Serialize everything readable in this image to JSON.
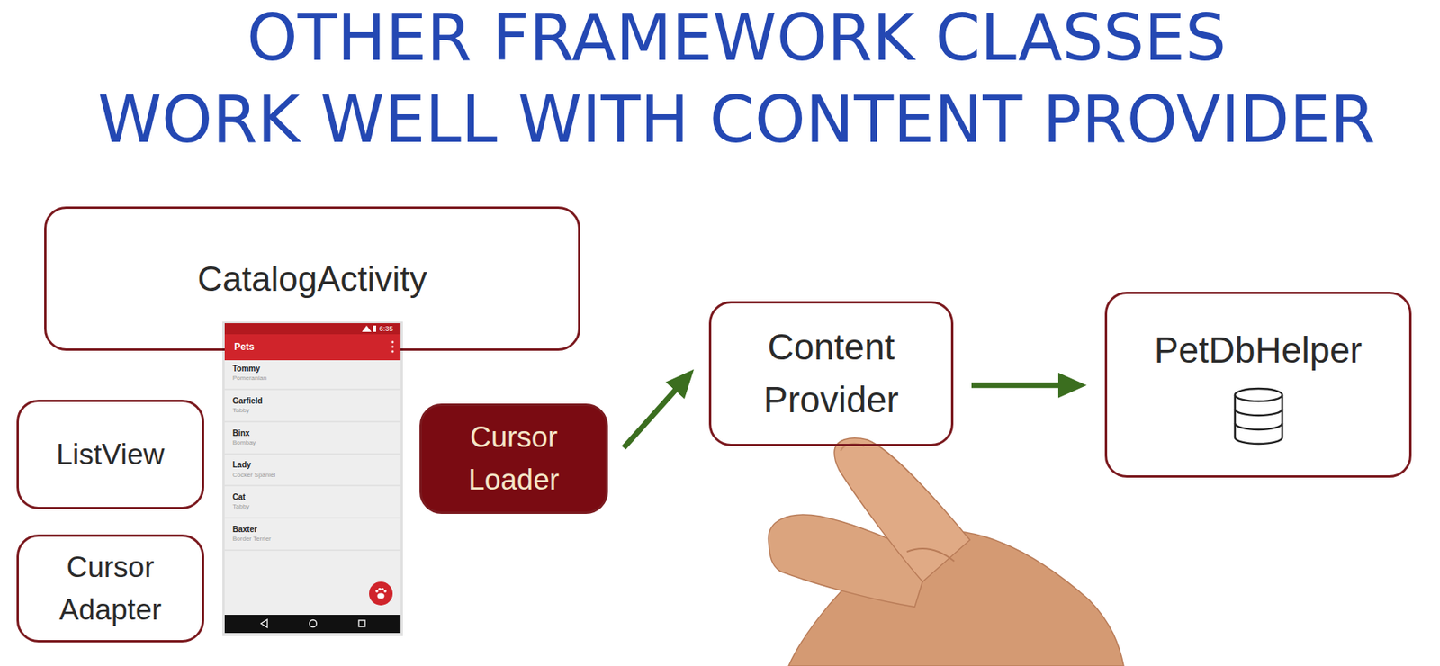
{
  "diagram": {
    "title": "OTHER FRAMEWORK CLASSES WORK WELL WITH CONTENT PROVIDER",
    "nodes": [
      {
        "text": [
          "CatalogActivity"
        ]
      },
      {
        "text": [
          "ListView"
        ]
      },
      {
        "text": [
          "Cursor Adapter"
        ]
      },
      {
        "text": [
          "Cursor Loader"
        ]
      },
      {
        "text": [
          "Content Provider"
        ]
      },
      {
        "text": [
          "PetDbHelper"
        ]
      }
    ],
    "edges": [
      {
        "from": 3,
        "to": 4,
        "arrow": "to"
      },
      {
        "from": 4,
        "to": 5,
        "arrow": "to"
      }
    ],
    "labels": [
      "6:35",
      "Pets",
      "Tommy",
      "Pomeranian",
      "Garfield",
      "Tabby",
      "Binx",
      "Bombay",
      "Lady",
      "Cocker Spaniel",
      "Cat",
      "Tabby",
      "Baxter",
      "Border Terrier"
    ]
  }
}
